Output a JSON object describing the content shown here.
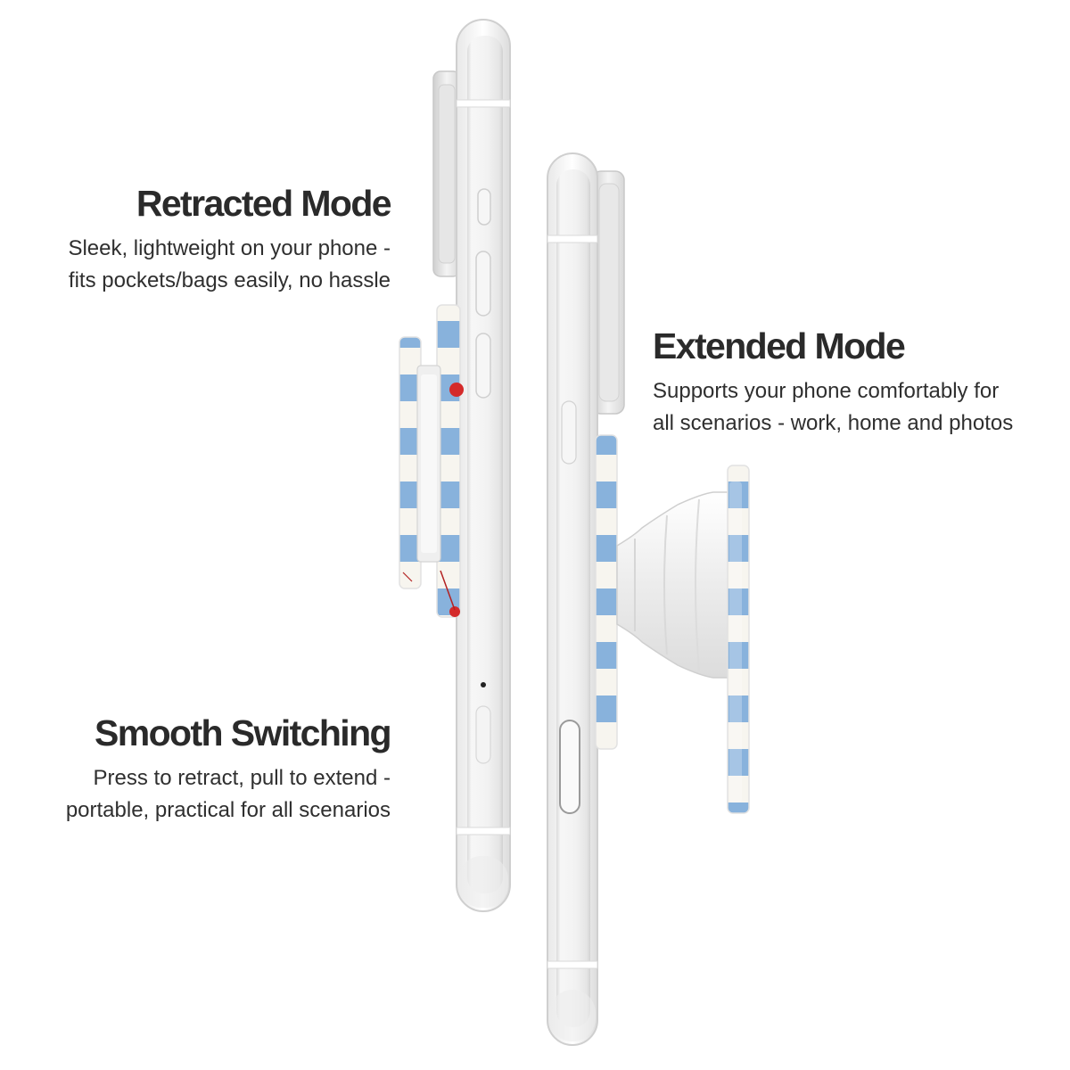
{
  "modes": {
    "retracted": {
      "title": "Retracted Mode",
      "line1": "Sleek, lightweight on your phone -",
      "line2": "fits pockets/bags easily, no hassle"
    },
    "extended": {
      "title": "Extended Mode",
      "line1": "Supports your phone comfortably for",
      "line2": "all scenarios - work, home and photos"
    },
    "switching": {
      "title": "Smooth Switching",
      "line1": "Press to retract, pull to extend -",
      "line2": "portable, practical for all scenarios"
    }
  },
  "colors": {
    "phone_body": "#f1f1f1",
    "phone_edge": "#d6d6d6",
    "grip_blue": "#3f82cc",
    "grip_white": "#f7f5ef",
    "accent_red": "#d42a2a",
    "text": "#2b2b2b"
  }
}
